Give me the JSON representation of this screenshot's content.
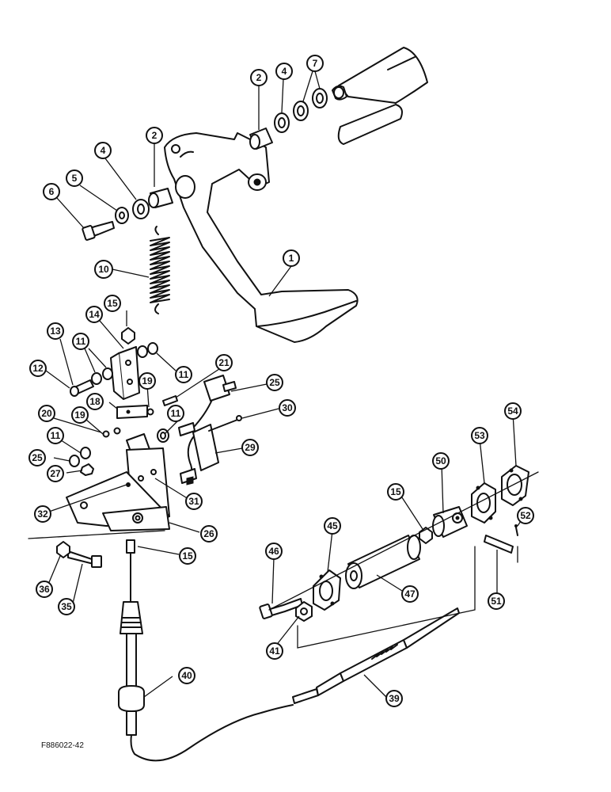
{
  "figure_code": "F886022-42",
  "callouts": {
    "c1": "1",
    "c2a": "2",
    "c2b": "2",
    "c4a": "4",
    "c4b": "4",
    "c5": "5",
    "c6": "6",
    "c7": "7",
    "c10": "10",
    "c11a": "11",
    "c11b": "11",
    "c11c": "11",
    "c11d": "11",
    "c12": "12",
    "c13": "13",
    "c14": "14",
    "c15a": "15",
    "c15b": "15",
    "c15c": "15",
    "c18": "18",
    "c19a": "19",
    "c19b": "19",
    "c20": "20",
    "c21": "21",
    "c25a": "25",
    "c25b": "25",
    "c26": "26",
    "c27": "27",
    "c29": "29",
    "c30": "30",
    "c31": "31",
    "c32": "32",
    "c35": "35",
    "c36": "36",
    "c39": "39",
    "c40": "40",
    "c41": "41",
    "c45": "45",
    "c46": "46",
    "c47": "47",
    "c50": "50",
    "c51": "51",
    "c52": "52",
    "c53": "53",
    "c54": "54"
  }
}
